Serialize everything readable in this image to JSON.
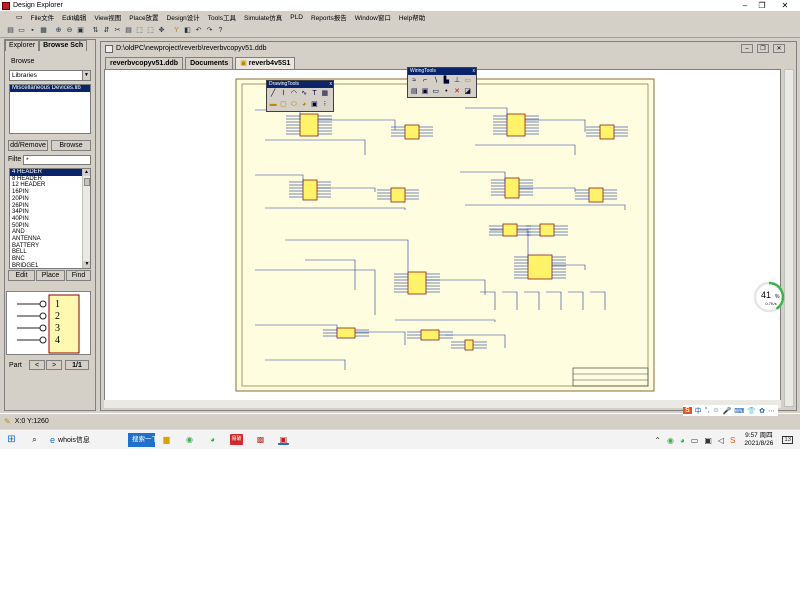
{
  "window": {
    "title": "Design Explorer",
    "controls": [
      "–",
      "❐",
      "✕"
    ]
  },
  "menu": [
    "File文件",
    "Edit编辑",
    "View视图",
    "Place放置",
    "Design设计",
    "Tools工具",
    "Simulate仿真",
    "PLD",
    "Reports报告",
    "Window窗口",
    "Help帮助"
  ],
  "left_panel": {
    "tabs": [
      "Explorer",
      "Browse Sch"
    ],
    "browse_label": "Browse",
    "browse_value": "Libraries",
    "library_list": [
      "Miscellaneous Devices.lib"
    ],
    "add_remove_label": "dd/Remove",
    "browse_button_label": "Browse",
    "filter_label": "Filte",
    "filter_value": "*",
    "components": [
      "4 HEADER",
      "8 HEADER",
      "12 HEADER",
      "16PIN",
      "20PIN",
      "26PIN",
      "34PIN",
      "40PIN",
      "50PIN",
      "AND",
      "ANTENNA",
      "BATTERY",
      "BELL",
      "BNC",
      "BRIDGE1"
    ],
    "edit_label": "Edit",
    "place_label": "Place",
    "find_label": "Find",
    "part_label": "Part",
    "part_prev": "<",
    "part_next": ">",
    "part_page": "1/1",
    "preview_pins": [
      "1",
      "2",
      "3",
      "4"
    ]
  },
  "document": {
    "path": "D:\\oldPC\\newproject\\reverb\\reverbvcopyv51.ddb",
    "tabs": [
      "reverbvcopyv51.ddb",
      "Documents",
      "reverb4v5S1"
    ]
  },
  "drawing_tools": {
    "title": "DrawingTools",
    "close": "x"
  },
  "wiring_tools": {
    "title": "WiringTools",
    "close": "x"
  },
  "status": {
    "coords": "X:0 Y:1260"
  },
  "ime": [
    "中",
    "°,",
    "☺",
    "🎤",
    "⌨",
    "👕",
    "✿",
    "⋯"
  ],
  "progress": {
    "percent": 41,
    "label": "41",
    "unit": "%",
    "speed": "0.7K/s",
    "color": "#3ab54a"
  },
  "taskbar": {
    "browser_label": "whois信息",
    "search_label": "搜索一下",
    "red_app_label": "易破",
    "clock_time": "9:57 周四",
    "clock_date": "2021/8/26",
    "notify_count": "13"
  }
}
